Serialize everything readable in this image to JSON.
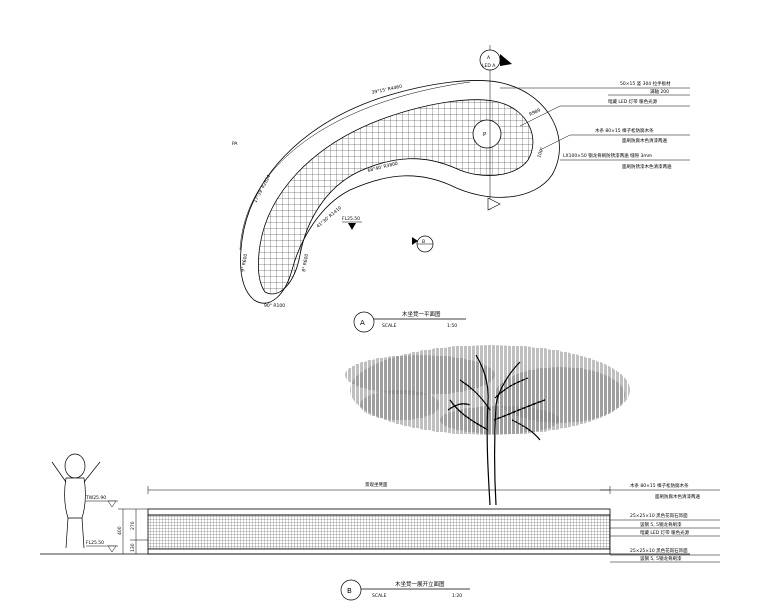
{
  "plan": {
    "dims": {
      "top_arc": "39°15' R4460",
      "left_arc": "17°39' R2824",
      "bottom_left": "9° R600",
      "bottom_tip": "90° R100",
      "inner_left": "8° R600",
      "inner_mid": "41°30' R1410",
      "inner_arc": "68°40' R3800",
      "right_radius": "R989",
      "right_angle": "100°"
    },
    "labels": {
      "pa": "PA",
      "elevation": "FL25.50",
      "circle_a_letter": "A",
      "circle_a_sub": "LED A",
      "circle_b_letter": "B",
      "circle_p": "P"
    },
    "annotations": [
      {
        "main": "50×15  竖 304 拉手板材",
        "sub": ""
      },
      {
        "main": "满轴  200",
        "sub": ""
      },
      {
        "main": "暗藏  LED 灯带 暖色光源",
        "sub": ""
      },
      {
        "main": "木条  80×15  樟子松防腐木条",
        "sub": "面刷防腐木色清漆两遍"
      },
      {
        "main": "LX100×50  钢龙骨刷防锈漆两遍 缝隙  3mm",
        "sub": "面刷防锈漆木色清漆两遍"
      }
    ],
    "title_letter": "A",
    "title": "木坐凳一平面图",
    "scale_label": "SCALE",
    "scale_value": "1:50"
  },
  "elevation": {
    "top_dim": "景观坐凳面",
    "heights": [
      "400",
      "270",
      "130"
    ],
    "left_marks": [
      "TW25.90",
      "FL25.50"
    ],
    "annotations": [
      {
        "main": "木条  80×15  樟子松防腐木条",
        "sub": "面刷防腐木色清漆两遍"
      },
      {
        "main": "25×25×10  黑色花岗石饰面",
        "sub": ""
      },
      {
        "main": "竖钢  5, 5钢龙骨刷漆",
        "sub": ""
      },
      {
        "main": "暗藏  LED 灯带 暖色光源",
        "sub": ""
      },
      {
        "main": "25×25×10  黑色花岗石饰面",
        "sub": ""
      },
      {
        "main": "竖钢  5, 5钢龙骨刷漆",
        "sub": ""
      }
    ],
    "title_letter": "B",
    "title": "木坐凳一展开立面图",
    "scale_label": "SCALE",
    "scale_value": "1:20"
  }
}
